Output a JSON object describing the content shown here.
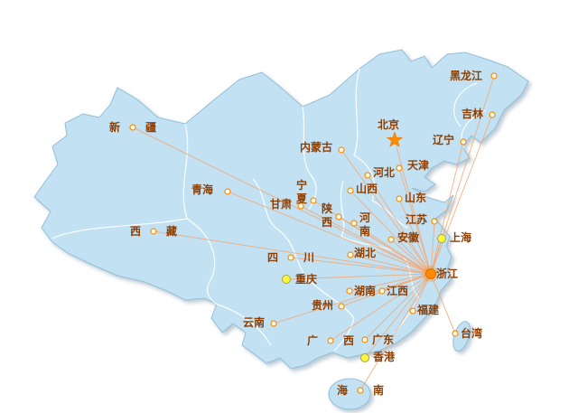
{
  "map": {
    "hub_name": "浙江",
    "capital_name": "北京",
    "colors": {
      "land": "#c2e2f4",
      "coastline": "#93bfd8",
      "province_border": "#ffffff",
      "route_line": "#f5a670",
      "hub_orange": "#ff8a00",
      "yellow_marker": "#f8f83f",
      "label_text": "#8f3e00"
    },
    "points": [
      {
        "name": "黑龙江",
        "dot": [
          547,
          84
        ],
        "marker": "ring",
        "orient": "h",
        "label": [
          516,
          84
        ]
      },
      {
        "name": "吉林",
        "dot": [
          545,
          127
        ],
        "marker": "ring",
        "orient": "h",
        "label": [
          523,
          126
        ]
      },
      {
        "name": "辽宁",
        "dot": [
          513,
          157
        ],
        "marker": "ring",
        "orient": "h",
        "label": [
          491,
          155
        ]
      },
      {
        "name": "北京",
        "dot": [
          437,
          155
        ],
        "marker": "star",
        "orient": "h",
        "label": [
          430,
          138
        ]
      },
      {
        "name": "天津",
        "dot": [
          442,
          186
        ],
        "marker": "ring",
        "orient": "h",
        "label": [
          463,
          183
        ]
      },
      {
        "name": "内蒙古",
        "dot": [
          378,
          166
        ],
        "marker": "ring",
        "orient": "h",
        "label": [
          350,
          163
        ]
      },
      {
        "name": "河北",
        "dot": [
          407,
          194
        ],
        "marker": "ring",
        "orient": "h",
        "label": [
          425,
          191
        ]
      },
      {
        "name": "山西",
        "dot": [
          388,
          211
        ],
        "marker": "ring",
        "orient": "h",
        "label": [
          406,
          209
        ]
      },
      {
        "name": "山东",
        "dot": [
          442,
          220
        ],
        "marker": "ring",
        "orient": "h",
        "label": [
          460,
          219
        ]
      },
      {
        "name": "新疆",
        "dot": [
          147,
          141
        ],
        "marker": "ring",
        "orient": "split",
        "label": [
          147,
          141
        ]
      },
      {
        "name": "青海",
        "dot": [
          252,
          212
        ],
        "marker": "ring",
        "orient": "h",
        "label": [
          224,
          210
        ]
      },
      {
        "name": "宁夏",
        "dot": [
          347,
          222
        ],
        "marker": "ring",
        "orient": "v",
        "label": [
          334,
          212
        ]
      },
      {
        "name": "甘肃",
        "dot": [
          333,
          228
        ],
        "marker": "ring",
        "orient": "h",
        "label": [
          311,
          226
        ]
      },
      {
        "name": "陕西",
        "dot": [
          375,
          240
        ],
        "marker": "ring",
        "orient": "v",
        "label": [
          362,
          238
        ]
      },
      {
        "name": "河南",
        "dot": [
          392,
          247
        ],
        "marker": "ring",
        "orient": "v",
        "label": [
          404,
          248
        ]
      },
      {
        "name": "江苏",
        "dot": [
          481,
          245
        ],
        "marker": "ring",
        "orient": "h",
        "label": [
          461,
          243
        ]
      },
      {
        "name": "上海",
        "dot": [
          489,
          264
        ],
        "marker": "yellow",
        "orient": "h",
        "label": [
          510,
          263
        ]
      },
      {
        "name": "西藏",
        "dot": [
          170,
          256
        ],
        "marker": "ring",
        "orient": "split",
        "label": [
          170,
          256
        ]
      },
      {
        "name": "安徽",
        "dot": [
          433,
          265
        ],
        "marker": "ring",
        "orient": "h",
        "label": [
          452,
          263
        ]
      },
      {
        "name": "四川",
        "dot": [
          322,
          285
        ],
        "marker": "ring",
        "orient": "split",
        "label": [
          322,
          285
        ]
      },
      {
        "name": "湖北",
        "dot": [
          388,
          282
        ],
        "marker": "ring",
        "orient": "h",
        "label": [
          404,
          280
        ]
      },
      {
        "name": "浙江",
        "dot": [
          477,
          303
        ],
        "marker": "hub",
        "orient": "h",
        "label": [
          495,
          303
        ]
      },
      {
        "name": "重庆",
        "dot": [
          317,
          309
        ],
        "marker": "yellow",
        "orient": "h",
        "label": [
          339,
          309
        ]
      },
      {
        "name": "湖南",
        "dot": [
          387,
          322
        ],
        "marker": "ring",
        "orient": "h",
        "label": [
          404,
          322
        ]
      },
      {
        "name": "江西",
        "dot": [
          423,
          322
        ],
        "marker": "ring",
        "orient": "h",
        "label": [
          440,
          322
        ]
      },
      {
        "name": "福建",
        "dot": [
          457,
          344
        ],
        "marker": "ring",
        "orient": "h",
        "label": [
          474,
          343
        ]
      },
      {
        "name": "贵州",
        "dot": [
          378,
          339
        ],
        "marker": "ring",
        "orient": "h",
        "label": [
          357,
          338
        ]
      },
      {
        "name": "云南",
        "dot": [
          303,
          358
        ],
        "marker": "ring",
        "orient": "h",
        "label": [
          281,
          357
        ]
      },
      {
        "name": "广西",
        "dot": [
          366,
          377
        ],
        "marker": "ring",
        "orient": "split",
        "label": [
          366,
          377
        ]
      },
      {
        "name": "广东",
        "dot": [
          404,
          376
        ],
        "marker": "ring",
        "orient": "h",
        "label": [
          424,
          376
        ]
      },
      {
        "name": "香港",
        "dot": [
          404,
          396
        ],
        "marker": "yellow",
        "orient": "h",
        "label": [
          425,
          395
        ]
      },
      {
        "name": "台湾",
        "dot": [
          504,
          369
        ],
        "marker": "ring",
        "orient": "h",
        "label": [
          522,
          369
        ]
      },
      {
        "name": "海南",
        "dot": [
          399,
          432
        ],
        "marker": "ring",
        "orient": "split",
        "label": [
          399,
          432
        ]
      }
    ]
  }
}
